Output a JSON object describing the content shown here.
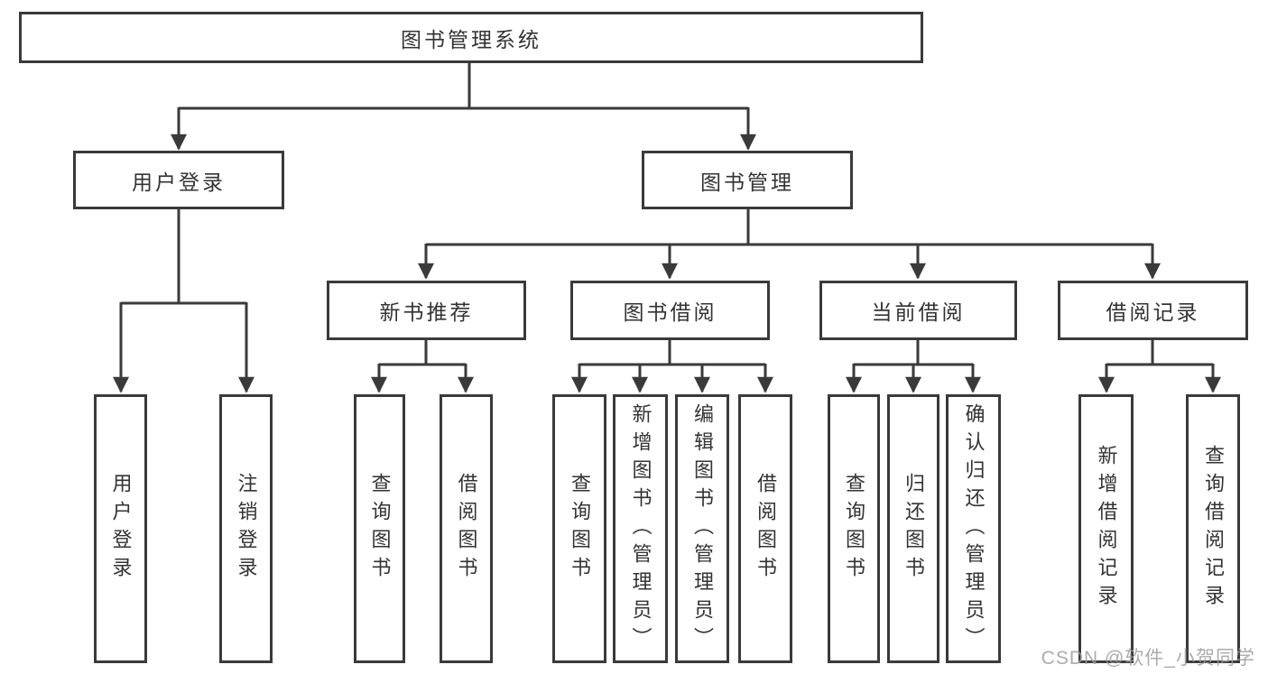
{
  "page": {
    "background": "#ffffff"
  },
  "diagram": {
    "type": "tree",
    "root": {
      "label": "图书管理系统"
    },
    "branches": [
      {
        "label": "用户登录",
        "children": [
          {
            "label": "用户登录"
          },
          {
            "label": "注销登录"
          }
        ]
      },
      {
        "label": "图书管理",
        "children": [
          {
            "label": "新书推荐",
            "children": [
              {
                "label": "查询图书"
              },
              {
                "label": "借阅图书"
              }
            ]
          },
          {
            "label": "图书借阅",
            "children": [
              {
                "label": "查询图书"
              },
              {
                "label": "新增图书（管理员）"
              },
              {
                "label": "编辑图书（管理员）"
              },
              {
                "label": "借阅图书"
              }
            ]
          },
          {
            "label": "当前借阅",
            "children": [
              {
                "label": "查询图书"
              },
              {
                "label": "归还图书"
              },
              {
                "label": "确认归还（管理员）"
              }
            ]
          },
          {
            "label": "借阅记录",
            "children": [
              {
                "label": "新增借阅记录"
              },
              {
                "label": "查询借阅记录"
              }
            ]
          }
        ]
      }
    ],
    "colors": {
      "line": "#3a3a3a",
      "box_border": "#3a3a3a",
      "box_fill": "#ffffff",
      "text": "#333333",
      "watermark": "#9e9c9a"
    }
  },
  "watermark": {
    "text": "CSDN @软件_小贺同学"
  }
}
